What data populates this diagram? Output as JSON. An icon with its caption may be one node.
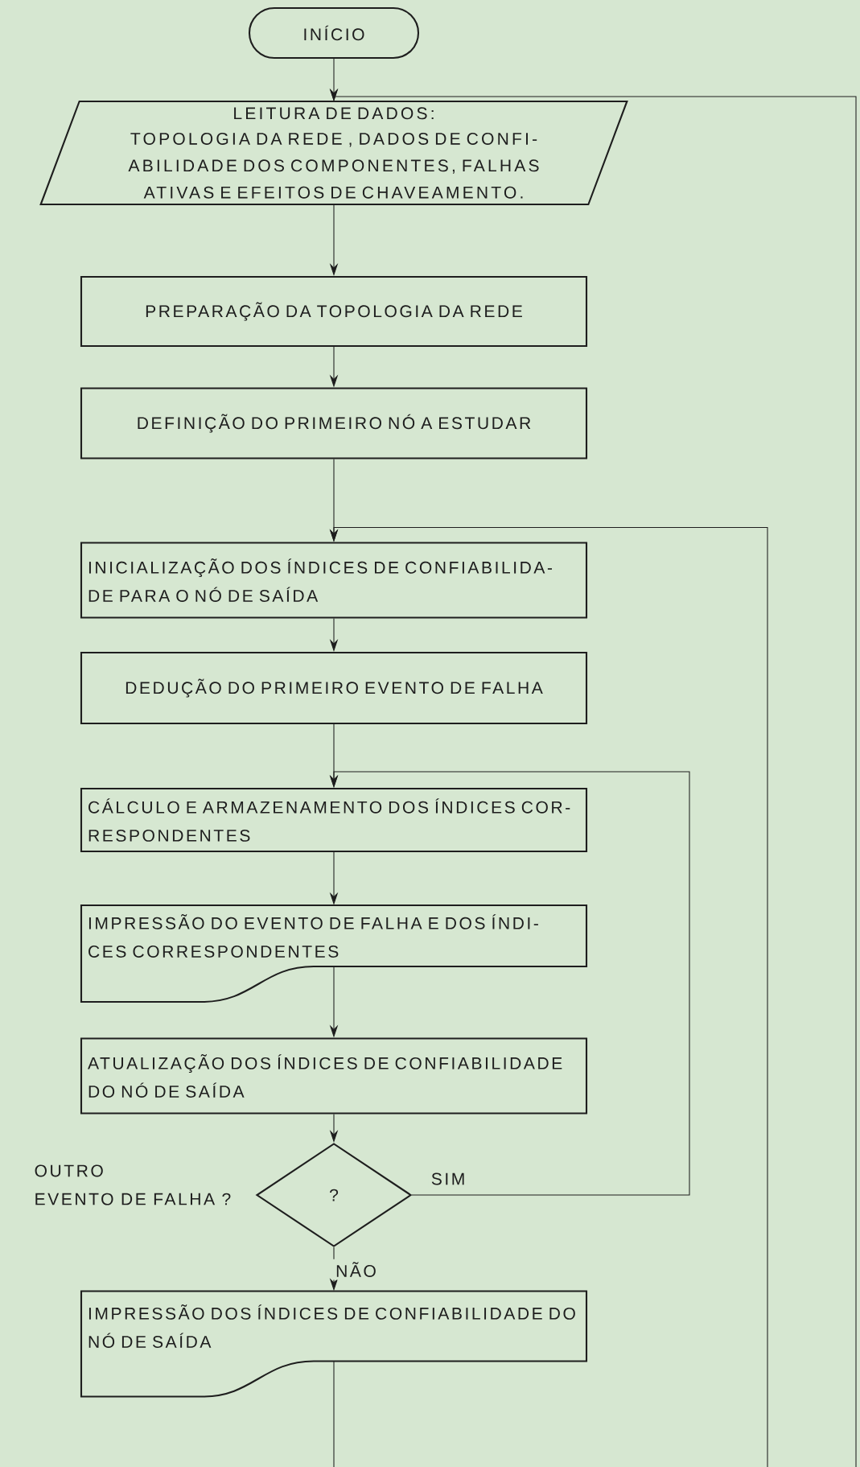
{
  "diagram": {
    "nodes": [
      {
        "text": [
          "INÍCIO"
        ]
      },
      {
        "text": [
          "LEITURA DE DADOS:",
          "TOPOLOGIA DA REDE , DADOS DE CONFI- ABILIDADE DOS COMPONENTES, FALHAS ATIVAS E EFEITOS DE CHAVEAMENTO."
        ]
      },
      {
        "text": [
          "PREPARAÇÃO DA TOPOLOGIA DA REDE"
        ]
      },
      {
        "text": [
          "DEFINIÇÃO DO PRIMEIRO NÓ A ESTUDAR"
        ]
      },
      {
        "text": [
          "INICIALIZAÇÃO DOS ÍNDICES DE CONFIABILIDA- DE PARA O NÓ DE SAÍDA"
        ]
      },
      {
        "text": [
          "DEDUÇÃO DO PRIMEIRO EVENTO DE FALHA"
        ]
      },
      {
        "text": [
          "CÁLCULO E ARMAZENAMENTO DOS ÍNDICES COR- RESPONDENTES"
        ]
      },
      {
        "text": [
          "IMPRESSÃO DO EVENTO DE FALHA E DOS ÍNDI- CES CORRESPONDENTES"
        ]
      },
      {
        "text": [
          "ATUALIZAÇÃO DOS ÍNDICES DE CONFIABILIDADE DO NÓ DE SAÍDA"
        ]
      },
      {
        "text": [
          "?"
        ],
        "beside": [
          "OUTRO EVENTO DE FALHA ?"
        ]
      },
      {
        "text": [
          "IMPRESSÃO DOS ÍNDICES DE CONFIABILIDADE DO NÓ DE SAÍDA"
        ]
      }
    ],
    "edges": [
      {
        "from": 0,
        "to": 1,
        "arrow": "to"
      },
      {
        "from": 1,
        "to": 2,
        "arrow": "to"
      },
      {
        "from": 2,
        "to": 3,
        "arrow": "to"
      },
      {
        "from": 3,
        "to": 4,
        "arrow": "to"
      },
      {
        "from": 4,
        "to": 5,
        "arrow": "to"
      },
      {
        "from": 5,
        "to": 6,
        "arrow": "to"
      },
      {
        "from": 6,
        "to": 7,
        "arrow": "to"
      },
      {
        "from": 7,
        "to": 8,
        "arrow": "to"
      },
      {
        "from": 8,
        "to": 9,
        "arrow": "to"
      },
      {
        "from": 9,
        "to": 6,
        "arrow": "to",
        "label": "SIM"
      },
      {
        "from": 9,
        "to": 10,
        "arrow": "to",
        "label": "NÃO"
      },
      {
        "from": 10,
        "to": null,
        "arrow": "none"
      },
      {
        "from": null,
        "to": 4,
        "arrow": "to"
      },
      {
        "from": null,
        "to": 1,
        "arrow": "to"
      }
    ]
  }
}
